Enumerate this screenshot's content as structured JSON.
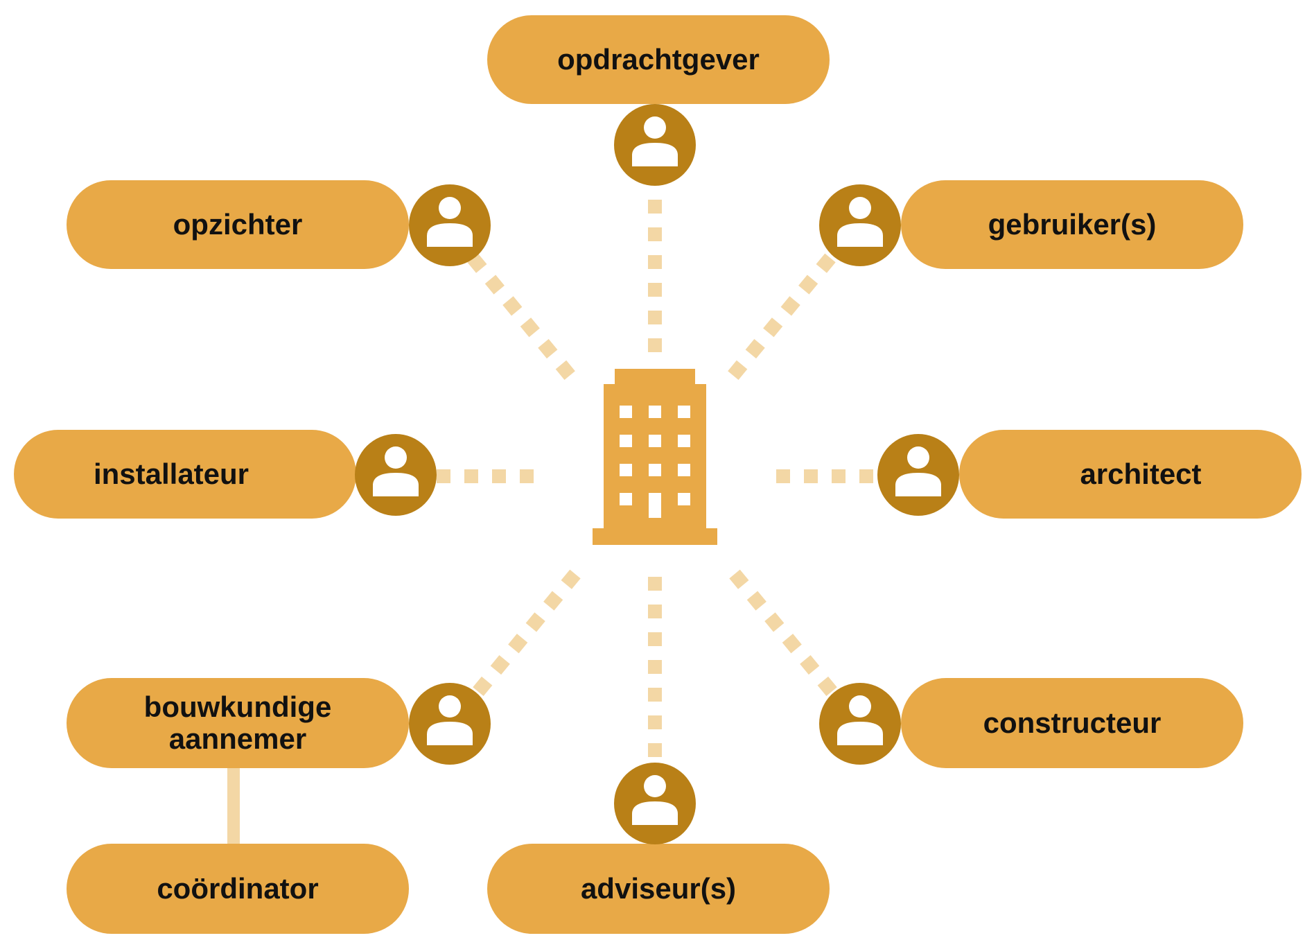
{
  "colors": {
    "pill_fill": "#E8A947",
    "avatar_fill": "#B98017",
    "connector": "#F3D7A5",
    "building": "#E8A947",
    "text": "#111111"
  },
  "center": {
    "icon": "office-building-icon"
  },
  "roles": [
    {
      "id": "opdrachtgever",
      "label": "opdrachtgever",
      "icon": "person-icon"
    },
    {
      "id": "opzichter",
      "label": "opzichter",
      "icon": "person-icon"
    },
    {
      "id": "gebruikers",
      "label": "gebruiker(s)",
      "icon": "person-icon"
    },
    {
      "id": "installateur",
      "label": "installateur",
      "icon": "person-icon"
    },
    {
      "id": "architect",
      "label": "architect",
      "icon": "person-icon"
    },
    {
      "id": "bouwkundige-aannemer",
      "label": "bouwkundige\naannemer",
      "icon": "person-icon"
    },
    {
      "id": "constructeur",
      "label": "constructeur",
      "icon": "person-icon"
    },
    {
      "id": "adviseurs",
      "label": "adviseur(s)",
      "icon": "person-icon"
    }
  ],
  "sub_roles": [
    {
      "id": "coordinator",
      "label": "coördinator",
      "parent": "bouwkundige-aannemer"
    }
  ]
}
